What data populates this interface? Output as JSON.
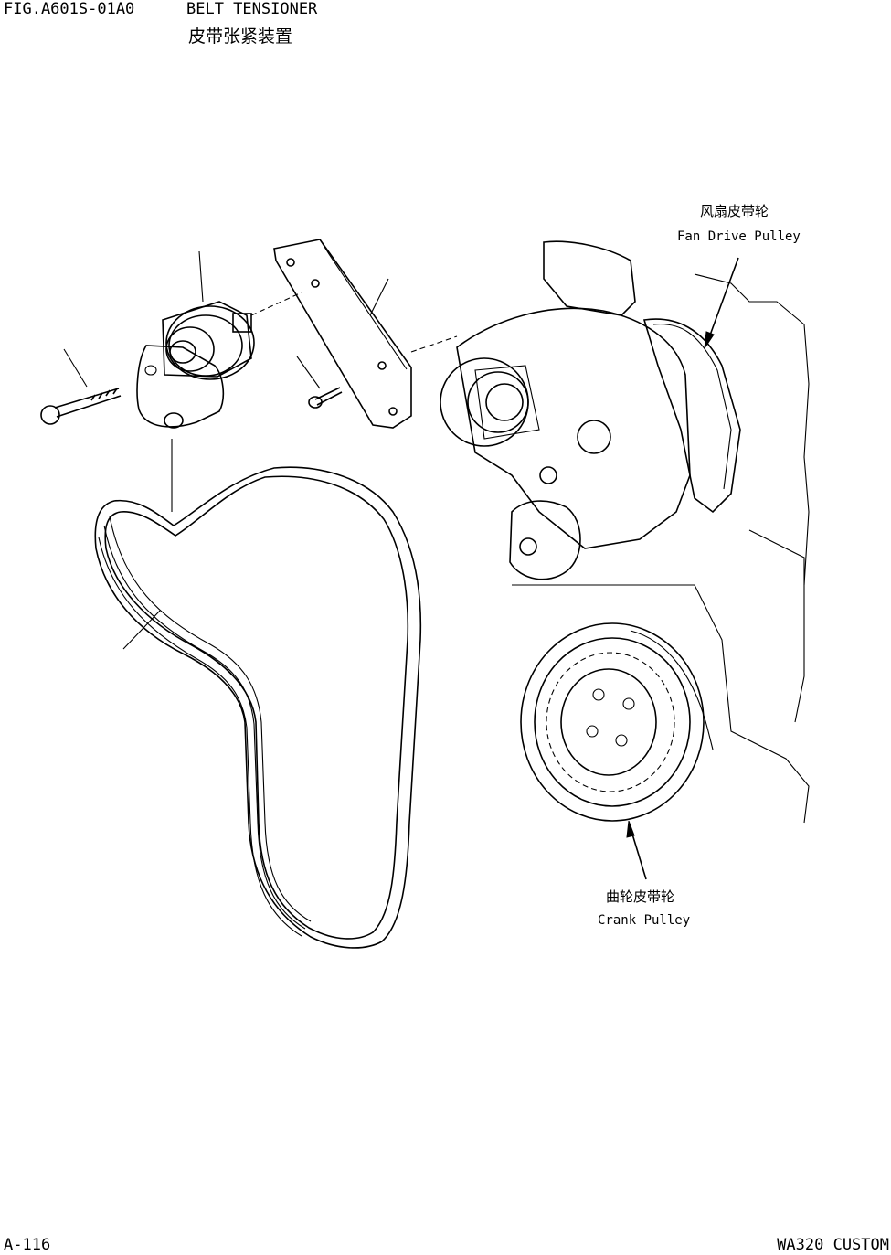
{
  "header": {
    "figure_code": "FIG.A601S-01A0",
    "title_en": "BELT TENSIONER",
    "title_cn": "皮带张紧装置"
  },
  "callouts": {
    "fan_pulley": {
      "cn": "风扇皮带轮",
      "en": "Fan Drive Pulley"
    },
    "crank_pulley": {
      "cn": "曲轮皮带轮",
      "en": "Crank Pulley"
    }
  },
  "footer": {
    "page": "A-116",
    "model": "WA320 CUSTOM"
  }
}
